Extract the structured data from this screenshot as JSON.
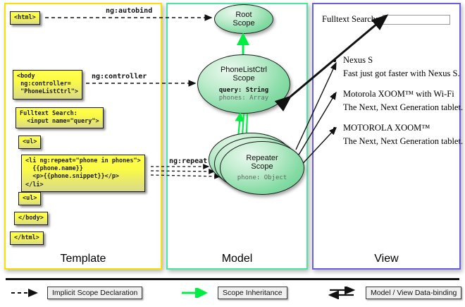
{
  "panels": {
    "template": {
      "label": "Template",
      "border_color": "#f5e400",
      "boxes": [
        {
          "name": "html-open",
          "text": "<html>"
        },
        {
          "name": "body-open",
          "text": "<body\n ng:controller=\n \"PhoneListCtrl\">"
        },
        {
          "name": "fulltext-search",
          "text": "Fulltext Search:\n  <input name=\"query\">"
        },
        {
          "name": "ul-open",
          "text": "<ul>"
        },
        {
          "name": "li-repeat",
          "text": "<li ng:repeat=\"phone in phones\">\n  {{phone.name}}\n  <p>{{phone.snippet}}</p>\n</li>"
        },
        {
          "name": "ul-close",
          "text": "<ul>"
        },
        {
          "name": "body-close",
          "text": "</body>"
        },
        {
          "name": "html-close",
          "text": "</html>"
        }
      ]
    },
    "model": {
      "label": "Model",
      "border_color": "#48e8a0",
      "scopes": [
        {
          "name": "root-scope",
          "title": "Root\nScope",
          "props": []
        },
        {
          "name": "phonelistctrl-scope",
          "title": "PhoneListCtrl\nScope",
          "props": [
            {
              "text": "query: String",
              "style": "strong"
            },
            {
              "text": "phones: Array",
              "style": "dim"
            }
          ]
        },
        {
          "name": "repeater-scope",
          "title": "Repeater\nScope",
          "props": [
            {
              "text": "phone: Object",
              "style": "dim"
            }
          ]
        }
      ]
    },
    "view": {
      "label": "View",
      "border_color": "#6a5fe0",
      "fulltext_label": "Fulltext Search:",
      "search_value": "",
      "search_placeholder": "",
      "phones": [
        {
          "name": "Nexus S",
          "snippet": "Fast just got faster with Nexus S."
        },
        {
          "name": "Motorola XOOM™ with Wi-Fi",
          "snippet": "The Next, Next Generation tablet."
        },
        {
          "name": "MOTOROLA XOOM™",
          "snippet": "The Next, Next Generation tablet."
        }
      ]
    }
  },
  "edges": [
    {
      "name": "ng-autobind",
      "label": "ng:autobind"
    },
    {
      "name": "ng-controller",
      "label": "ng:controller"
    },
    {
      "name": "ng-repeat",
      "label": "ng:repeat"
    }
  ],
  "legend": {
    "items": [
      {
        "name": "implicit-scope-declaration",
        "label": "Implicit Scope Declaration",
        "arrow": "dashed-black"
      },
      {
        "name": "scope-inheritance",
        "label": "Scope Inheritance",
        "arrow": "solid-green"
      },
      {
        "name": "model-view-data-binding",
        "label": "Model / View Data-binding",
        "arrow": "double-black"
      }
    ]
  },
  "colors": {
    "inheritance_green": "#00ee44",
    "code_box_yellow": "#ffff4e",
    "scope_green": "#84dba4"
  }
}
